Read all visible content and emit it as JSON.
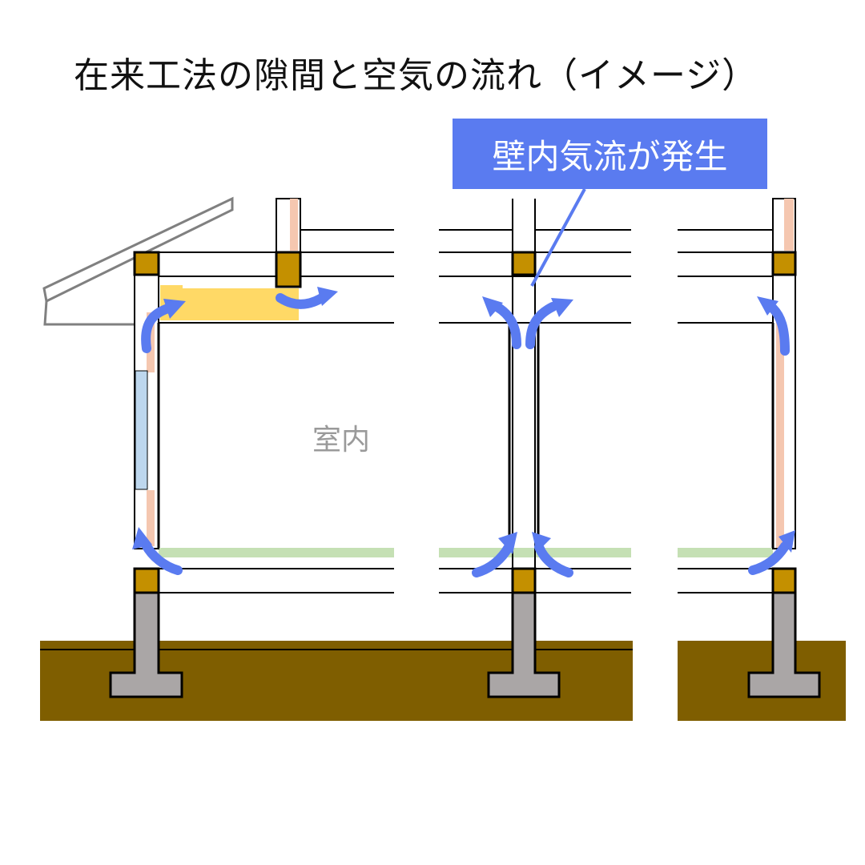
{
  "diagram": {
    "title": "在来工法の隙間と空気の流れ（イメージ）",
    "callout_label": "壁内気流が発生",
    "room_label": "室内"
  },
  "colors": {
    "ground": "#7f5e00",
    "foundation": "#aaa6a6",
    "sill": "#c49000",
    "insulation_pink": "#f5c7b0",
    "insulation_yellow": "#ffd966",
    "floor_green": "#c5e0b4",
    "window_blue": "#bdd7ee",
    "arrow_blue": "#5a7bf0"
  },
  "icons": [
    "airflow-arrow-icon"
  ]
}
